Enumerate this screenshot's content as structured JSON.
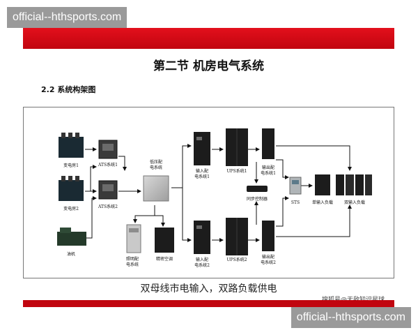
{
  "watermark": {
    "top": "official--hthsports.com",
    "bottom": "official--hthsports.com"
  },
  "slide": {
    "title": "第二节   机房电气系统",
    "subtitle": "2.2 系统构架图",
    "caption": "双母线市电输入，双路负载供电",
    "credit": "搜狐号@无敌知识星球"
  },
  "diagram": {
    "transformer1": "变电房1",
    "transformer2": "变电房2",
    "generator": "油机",
    "ats1": "ATS系统1",
    "ats2": "ATS系统2",
    "lv_panel": [
      "低压配",
      "电系统"
    ],
    "lighting": [
      "照明配",
      "电系统"
    ],
    "ac": "精密空调",
    "in1": [
      "输入配",
      "电系统1"
    ],
    "in2": [
      "输入配",
      "电系统2"
    ],
    "ups1": "UPS系统1",
    "ups2": "UPS系统2",
    "out1": [
      "输出配",
      "电系统1"
    ],
    "out2": [
      "输出配",
      "电系统2"
    ],
    "sync": "同步控制器",
    "sts": "STS",
    "single_load": "单输入负载",
    "dual_load": "双输入负载"
  },
  "colors": {
    "accent_red": "#d40a16",
    "equipment_dark": "#1c1c1c",
    "panel_grey": "#b5b5b5"
  }
}
